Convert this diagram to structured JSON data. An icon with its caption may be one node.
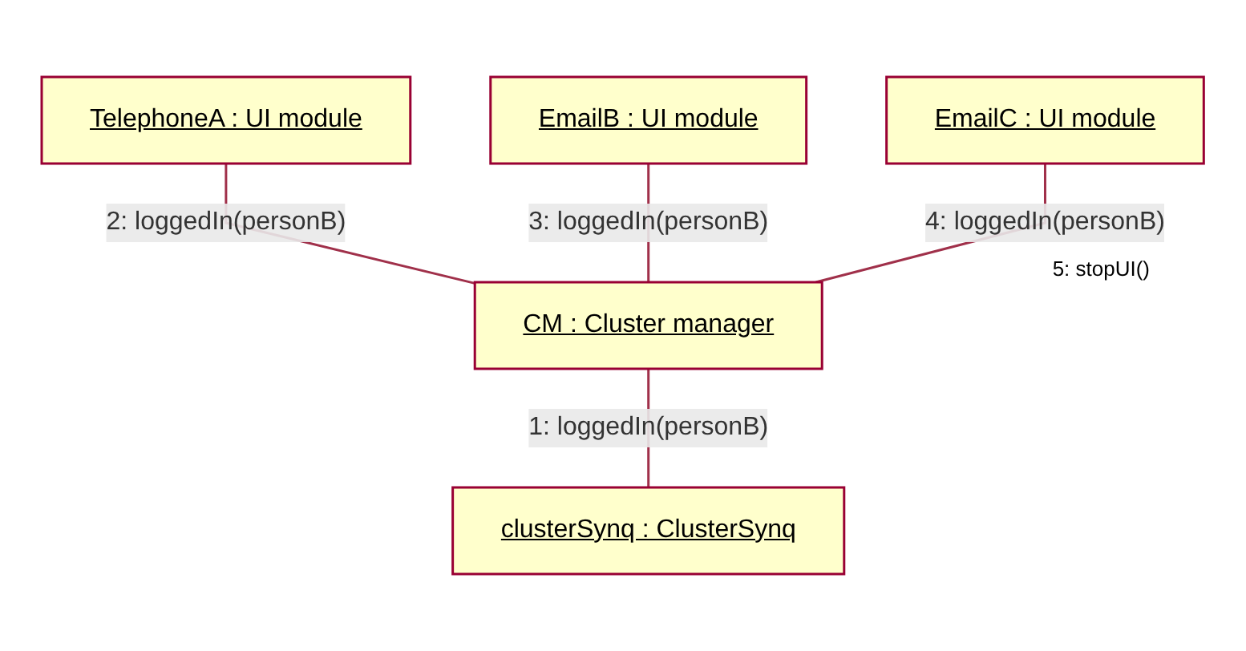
{
  "diagram": {
    "nodes": [
      {
        "text": [
          "TelephoneA : UI module"
        ]
      },
      {
        "text": [
          "EmailB : UI module"
        ]
      },
      {
        "text": [
          "EmailC : UI module"
        ]
      },
      {
        "text": [
          "CM : Cluster manager"
        ]
      },
      {
        "text": [
          "clusterSynq : ClusterSynq"
        ]
      }
    ],
    "edges": [
      {
        "from": 4,
        "to": 3,
        "arrow": "none",
        "label": "1: loggedIn(personB)"
      },
      {
        "from": 3,
        "to": 0,
        "arrow": "none",
        "label": "2: loggedIn(personB)"
      },
      {
        "from": 3,
        "to": 1,
        "arrow": "none",
        "label": "3: loggedIn(personB)"
      },
      {
        "from": 3,
        "to": 2,
        "arrow": "none",
        "label": "4: loggedIn(personB)"
      }
    ],
    "labels": [
      "5: stopUI()"
    ]
  }
}
